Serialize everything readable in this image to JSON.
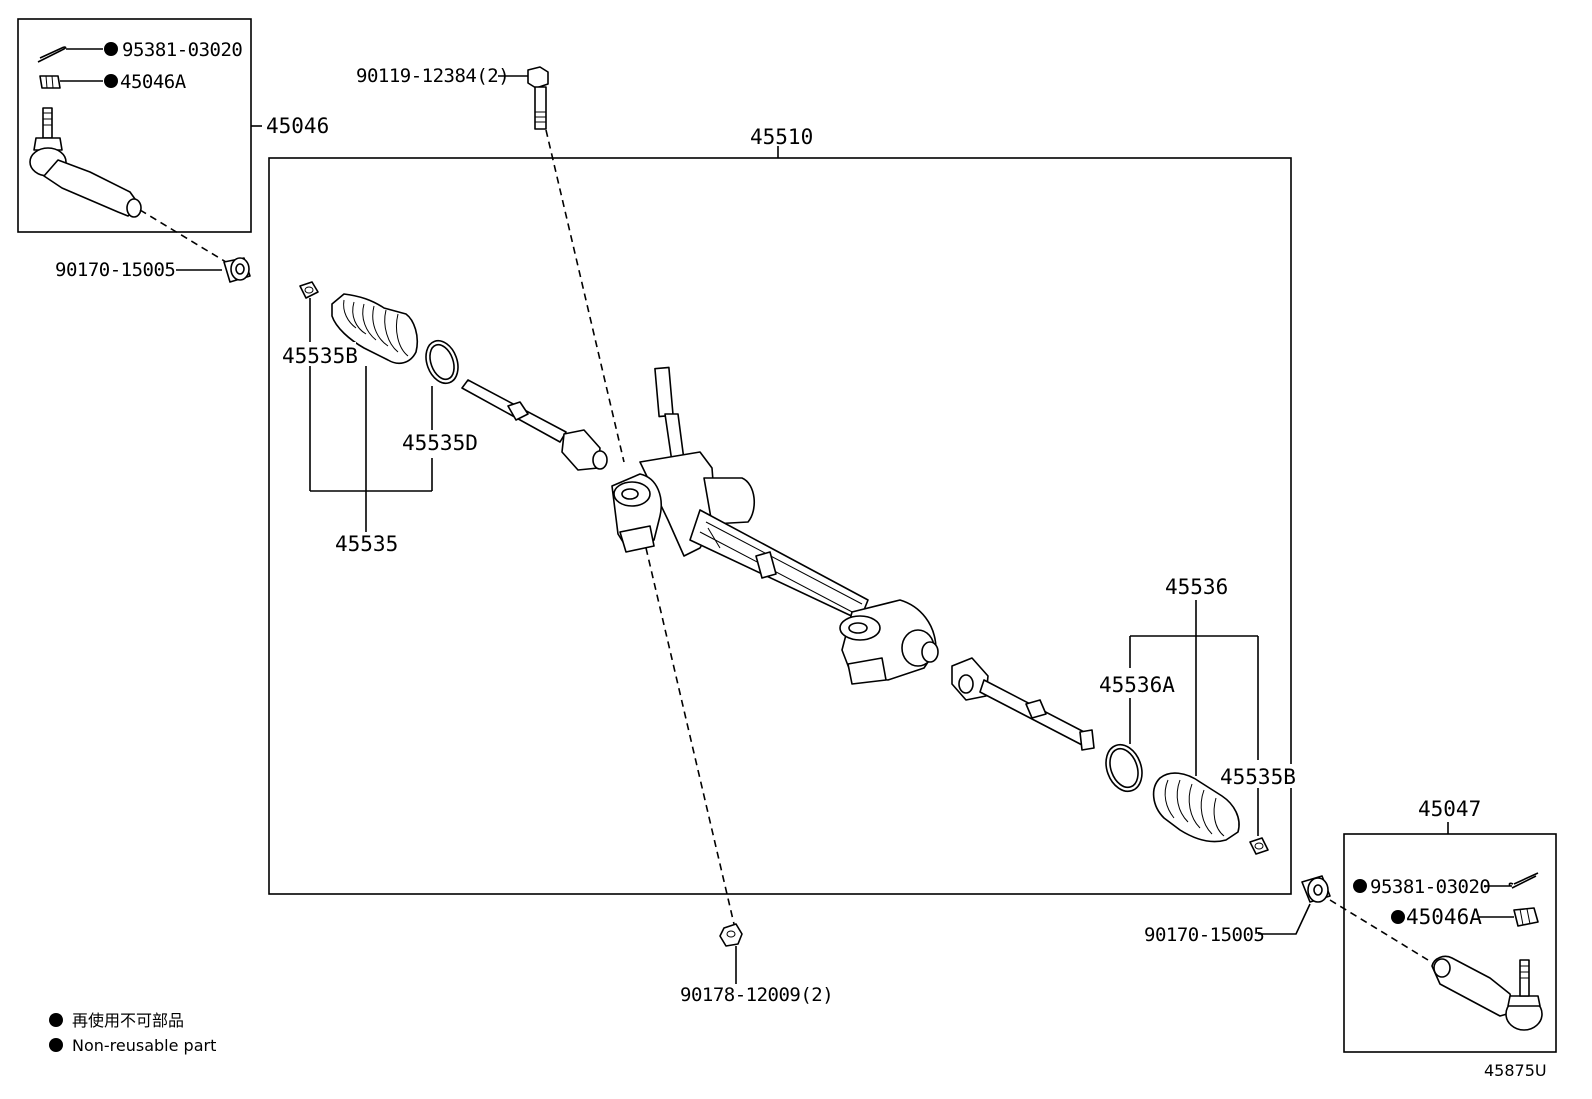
{
  "labels": {
    "cotter_pin_left": "95381-03020",
    "nut_left": "45046A",
    "tie_rod_end_left": "45046",
    "washer_left": "90170-15005",
    "bolt_top": "90119-12384(2)",
    "rack_assembly": "45510",
    "clamp_left": "45535B",
    "clip_left": "45535D",
    "boot_kit_left": "45535",
    "boot_kit_right": "45536",
    "ring_right": "45536A",
    "clamp_right": "45535B",
    "nut_bottom": "90178-12009(2)",
    "tie_rod_end_right": "45047",
    "cotter_pin_right": "95381-03020",
    "nut_right": "45046A",
    "washer_right": "90170-15005"
  },
  "legend": {
    "line_jp": "再使用不可部品",
    "line_en": "Non-reusable part"
  },
  "diagram_id": "45875U"
}
